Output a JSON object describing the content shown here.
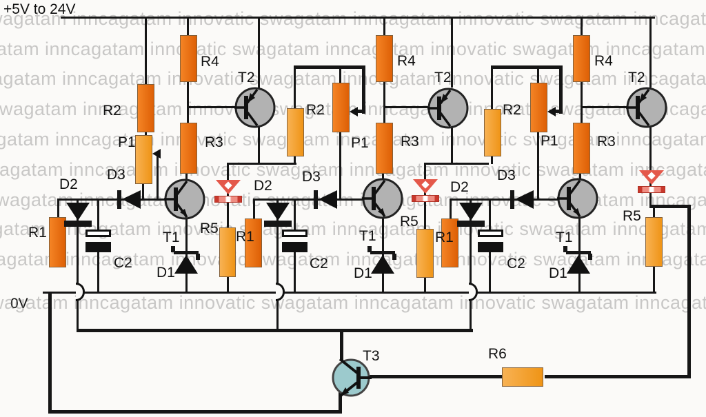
{
  "rails": {
    "power": "+5V to 24V",
    "ground": "0V"
  },
  "stages": [
    {
      "labels": {
        "r1": "R1",
        "r2": "R2",
        "r3": "R3",
        "r4": "R4",
        "r5": "R5",
        "p1": "P1",
        "c2": "C2",
        "d1": "D1",
        "d2": "D2",
        "d3": "D3",
        "t1": "T1",
        "t2": "T2"
      }
    },
    {
      "labels": {
        "r1": "R1",
        "r2": "R2",
        "r3": "R3",
        "r4": "R4",
        "r5": "R5",
        "p1": "P1",
        "c2": "C2",
        "d1": "D1",
        "d2": "D2",
        "d3": "D3",
        "t1": "T1",
        "t2": "T2"
      }
    },
    {
      "labels": {
        "r1": "R1",
        "r2": "R2",
        "r3": "R3",
        "r4": "R4",
        "r5": "R5",
        "p1": "P1",
        "c2": "C2",
        "d1": "D1",
        "d2": "D2",
        "d3": "D3",
        "t1": "T1",
        "t2": "T2"
      }
    }
  ],
  "bottom": {
    "t3": "T3",
    "r6": "R6"
  },
  "watermark": {
    "tile": "swagatam inncagatam innovatic "
  },
  "colors": {
    "resistor_dark": "#e2610d",
    "resistor_light": "#f59d2e",
    "transistor_fill": "#b2b2b2",
    "t3_fill": "#9ccacd",
    "led_red": "#e4584a",
    "wire": "#161616",
    "background": "#fbfaf8",
    "watermark": "#7d7d7d"
  }
}
